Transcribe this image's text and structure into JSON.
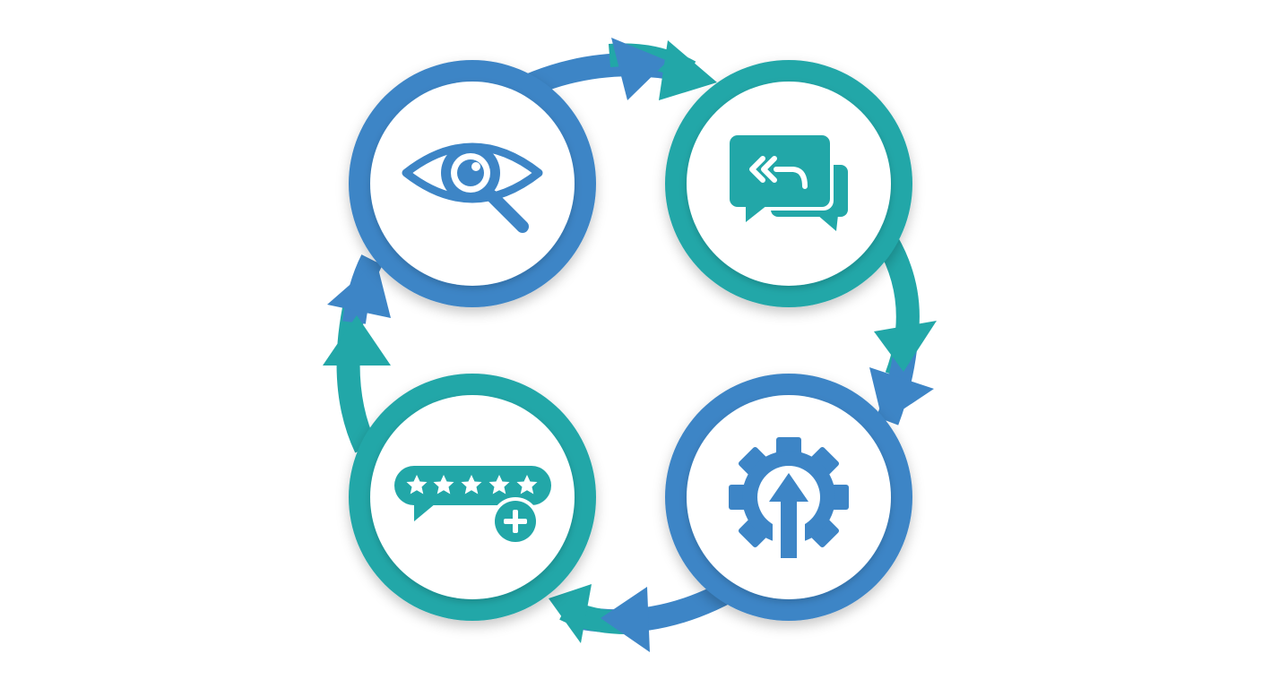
{
  "diagram": {
    "type": "cycle",
    "direction": "clockwise",
    "colors": {
      "blue": "#3D85C6",
      "teal": "#22A7A8",
      "background": "#FFFFFF",
      "inner_fill": "#FFFFFF"
    },
    "nodes": [
      {
        "id": "monitor",
        "icon": "eye-magnifier-icon",
        "ring_color": "#3D85C6",
        "icon_color": "#3D85C6"
      },
      {
        "id": "respond",
        "icon": "reply-chat-bubbles-icon",
        "ring_color": "#22A7A8",
        "icon_color": "#22A7A8"
      },
      {
        "id": "improve",
        "icon": "gear-up-arrow-icon",
        "ring_color": "#3D85C6",
        "icon_color": "#3D85C6"
      },
      {
        "id": "request-reviews",
        "icon": "five-star-rating-add-icon",
        "ring_color": "#22A7A8",
        "icon_color": "#22A7A8"
      }
    ],
    "connectors": [
      {
        "from": "monitor",
        "to": "respond",
        "icon": "arrow-right-icon"
      },
      {
        "from": "respond",
        "to": "improve",
        "icon": "arrow-down-icon"
      },
      {
        "from": "improve",
        "to": "request-reviews",
        "icon": "arrow-left-icon"
      },
      {
        "from": "request-reviews",
        "to": "monitor",
        "icon": "arrow-up-icon"
      }
    ]
  }
}
